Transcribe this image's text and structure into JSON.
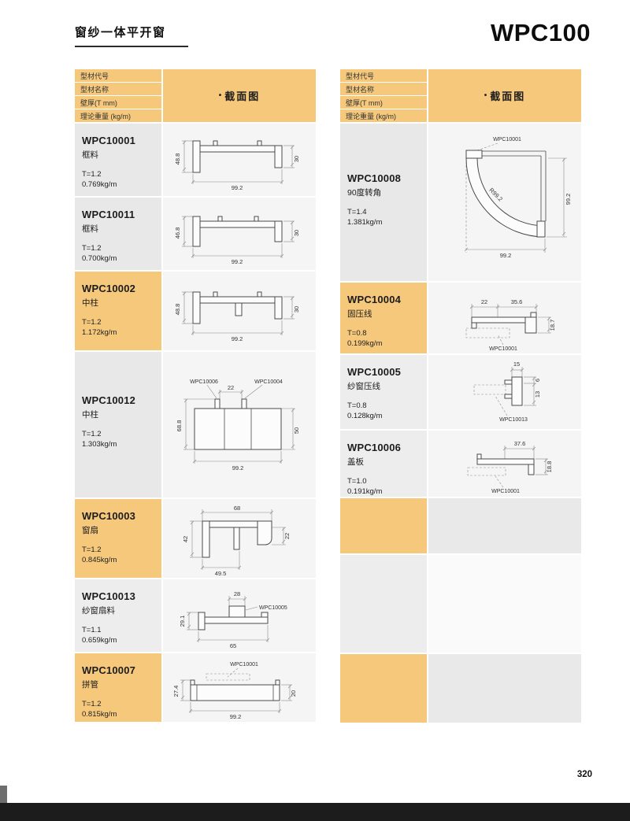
{
  "page": {
    "title": "窗纱一体平开窗",
    "model": "WPC100",
    "page_number": "320"
  },
  "table_header": {
    "rows": [
      "型材代号",
      "型材名称",
      "壁厚(T mm)",
      "理论重量 (kg/m)"
    ],
    "bullet": "•",
    "section": "截面图"
  },
  "left_rows": [
    {
      "code": "WPC10001",
      "name": "框料",
      "thickness": "T=1.2",
      "weight": "0.769kg/m",
      "dims": {
        "left": "48.8",
        "bottom": "99.2",
        "right": "30"
      }
    },
    {
      "code": "WPC10011",
      "name": "框料",
      "thickness": "T=1.2",
      "weight": "0.700kg/m",
      "dims": {
        "left": "46.8",
        "bottom": "99.2",
        "right": "30"
      }
    },
    {
      "code": "WPC10002",
      "name": "中柱",
      "thickness": "T=1.2",
      "weight": "1.172kg/m",
      "dims": {
        "left": "48.8",
        "bottom": "99.2",
        "right": "30"
      }
    },
    {
      "code": "WPC10012",
      "name": "中柱",
      "thickness": "T=1.2",
      "weight": "1.303kg/m",
      "dims": {
        "label_left": "WPC10006",
        "top": "22",
        "label_right": "WPC10004",
        "left": "68.8",
        "bottom": "99.2",
        "right": "50"
      }
    },
    {
      "code": "WPC10003",
      "name": "窗扇",
      "thickness": "T=1.2",
      "weight": "0.845kg/m",
      "dims": {
        "top": "68",
        "left": "42",
        "right": "22",
        "bottom": "49.5"
      }
    },
    {
      "code": "WPC10013",
      "name": "纱窗扇料",
      "thickness": "T=1.1",
      "weight": "0.659kg/m",
      "dims": {
        "top": "28",
        "label": "WPC10005",
        "left": "29.1",
        "bottom": "65"
      }
    },
    {
      "code": "WPC10007",
      "name": "拼管",
      "thickness": "T=1.2",
      "weight": "0.815kg/m",
      "dims": {
        "label": "WPC10001",
        "left": "27.4",
        "bottom": "99.2",
        "right": "20"
      }
    }
  ],
  "right_rows": [
    {
      "code": "WPC10008",
      "name": "90度转角",
      "thickness": "T=1.4",
      "weight": "1.381kg/m",
      "dims": {
        "label": "WPC10001",
        "radius": "R99.2",
        "right": "99.2",
        "bottom": "99.2"
      }
    },
    {
      "code": "WPC10004",
      "name": "固压线",
      "thickness": "T=0.8",
      "weight": "0.199kg/m",
      "dims": {
        "top_left": "22",
        "top_right": "35.6",
        "right": "18.7",
        "label": "WPC10001"
      }
    },
    {
      "code": "WPC10005",
      "name": "纱窗压线",
      "thickness": "T=0.8",
      "weight": "0.128kg/m",
      "dims": {
        "top": "15",
        "right_upper": "6",
        "right_lower": "13",
        "label": "WPC10013"
      }
    },
    {
      "code": "WPC10006",
      "name": "盖板",
      "thickness": "T=1.0",
      "weight": "0.191kg/m",
      "dims": {
        "top": "37.6",
        "right": "18.8",
        "label": "WPC10001"
      }
    }
  ],
  "colors": {
    "accent_orange": "#F5C87C",
    "cell_gray": "#E8E8E8",
    "drawing_bg": "#F5F5F5",
    "footer_bar": "#1C1C1C"
  }
}
